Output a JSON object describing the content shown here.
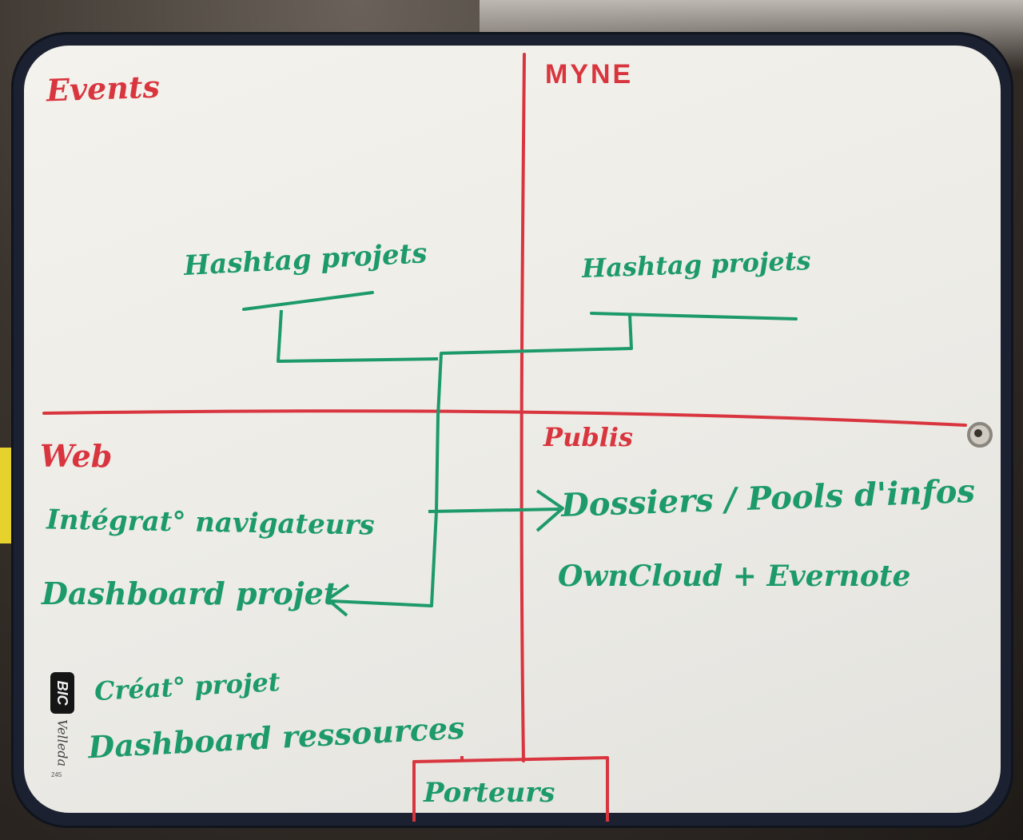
{
  "whiteboard": {
    "quadrants": {
      "top_left": "Events",
      "top_right": "MYNE",
      "bottom_left": "Web",
      "bottom_right": "Publis"
    },
    "top_left_item": "Hashtag projets",
    "top_right_item": "Hashtag projets",
    "bottom_right_items": [
      "Dossiers / Pools d'infos",
      "OwnCloud + Evernote"
    ],
    "bottom_left_items": [
      "Intégrat° navigateurs",
      "Dashboard projet",
      "Créat° projet",
      "Dashboard ressources"
    ],
    "bottom_box": "Porteurs"
  },
  "brand": {
    "logo": "BIC",
    "name": "Velleda",
    "code": "245"
  },
  "colors": {
    "red_marker": "#d9353f",
    "green_marker": "#1d9a6a",
    "board": "#ecebe6",
    "frame": "#1b2130"
  }
}
